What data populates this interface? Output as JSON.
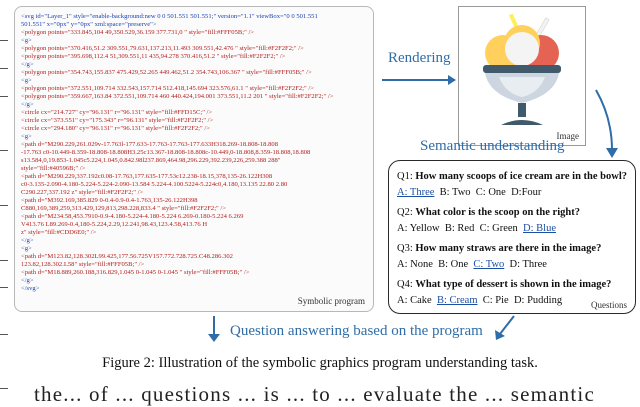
{
  "code": {
    "lines": [
      {
        "text": "<svg id=\"Layer_1\" style=\"enable-background:new 0 0 501.551 501.551;\" version=\"1.1\" viewBox=\"0 0 501.551",
        "color": "#1a3fb0"
      },
      {
        "text": "501.551\" x=\"0px\" y=\"0px\" xml:space=\"preserve\">",
        "color": "#1a3fb0"
      },
      {
        "text": "  <polygon points=\"333.845,104 49,350.529,36.159 377.731,0 \" style=\"fill:#FFF05B;\" />",
        "color": "#b0201e"
      },
      {
        "text": "  <g>",
        "color": "#1a3fb0"
      },
      {
        "text": "    <polygon points=\"370.416,51.2 309.551,79.631,137.213,11.493 309.551,42.476 \" style=\"fill:#F2F2F2;\" />",
        "color": "#b0201e"
      },
      {
        "text": "    <polygon points=\"395.698,112.4 51,309.551,11 435,94.278 370.416,51.2 \" style=\"fill:#F2F2F2;\" />",
        "color": "#b0201e"
      },
      {
        "text": "  </g>",
        "color": "#1a3fb0"
      },
      {
        "text": "  <polygon points=\"354.743,155.837 475.429,52.265 449.462,51.2 354.743,106.367 \" style=\"fill:#FFF05B;\" />",
        "color": "#b0201e"
      },
      {
        "text": "  <g>",
        "color": "#1a3fb0"
      },
      {
        "text": "    <polygon points=\"372.551,109.714 332.543,157.714 512.418,145.694 323.576,61.1 \" style=\"fill:#F2F2F2;\" />",
        "color": "#b0201e"
      },
      {
        "text": "    <polygon points=\"359.667,163.84 372.551,109.714 460 440.424,194.001 373.551,11.2 201 \" style=\"fill:#F2F2F2;\" />",
        "color": "#b0201e"
      },
      {
        "text": "  </g>",
        "color": "#1a3fb0"
      },
      {
        "text": "  <circle cx=\"214.727\" cy=\"96.131\" r=\"96.131\" style=\"fill:#FFD15C;\" />",
        "color": "#b0201e"
      },
      {
        "text": "  <circle cx=\"373.551\" cy=\"175.343\" r=\"96.131\" style=\"fill:#F2F2F2;\" />",
        "color": "#b0201e"
      },
      {
        "text": "  <circle cx=\"294.180\" cy=\"96.131\" r=\"96.131\" style=\"fill:#F2F2F2;\" />",
        "color": "#b0201e"
      },
      {
        "text": "  <g>",
        "color": "#1a3fb0"
      },
      {
        "text": "    <path d=\"M290.229,261.029v-17.763l-177.633-17.763-17.763-177.633H318.269-18.808-18.808",
        "color": "#b0201e"
      },
      {
        "text": "-17.763  c0-10.449-8.359-18.808-18.808H3.25c13.367-18.808-18.808c-10.449,0-18.808,8.359-18.808,18.808",
        "color": "#b0201e"
      },
      {
        "text": "s13.584,0,19.853-1.045c5.224,1.045,0.842.98l237.869,464.98,296.229,392.239,226,259.388 288\"",
        "color": "#b0201e"
      },
      {
        "text": "style=\"fill:#40596B;\" />",
        "color": "#b0201e"
      },
      {
        "text": "    <path d=\"M290.229,337.192c0.08-17.763,177.635-177.53c12.238-18.15,378,135-26.122H308",
        "color": "#b0201e"
      },
      {
        "text": "c0-3.135-2.090-4.180-5.224-5.224-2.090-13.584 5.224-4.100.5224-5.224c0,4.180,13.135 22.80 2.80",
        "color": "#b0201e"
      },
      {
        "text": "C290.227,337.192 z\" style=\"fill:#F2F2F2;\" />",
        "color": "#b0201e"
      },
      {
        "text": "    <path d=\"M392.169,385.829 0-0.4-0.9-0.4-1.763,135-26.122H398",
        "color": "#b0201e"
      },
      {
        "text": "C880,169,389,259,313.429,129,813,298.228,833.4 \" style=\"fill:#F2F2F2;\" />",
        "color": "#b0201e"
      },
      {
        "text": "    <path d=\"M234.58,453.7910-0.9-4.180-5.224-4.180-5.224 6.269-0.180-5.224 6.269",
        "color": "#b0201e"
      },
      {
        "text": "V413.76 L89.269-0.4,180-5.224,2.29,12.241,98.43,123.4.58,413.76 H",
        "color": "#b0201e"
      },
      {
        "text": "z\" style=\"fill:#CDD6E0;\" />",
        "color": "#b0201e"
      },
      {
        "text": "  </g>",
        "color": "#1a3fb0"
      },
      {
        "text": "  <g>",
        "color": "#1a3fb0"
      },
      {
        "text": "    <path d=\"M123.82,128.302L99.425,177.56.725V157.772.728.725.C48.286.302",
        "color": "#b0201e"
      },
      {
        "text": "123.82,128.302.L58\" style=\"fill:#FFF05B;\" />",
        "color": "#b0201e"
      },
      {
        "text": "    <path d=\"M18.889,260.188,316.829,1.045 0-1.045 0-1.045 \" style=\"fill:#FFF05B;\" />",
        "color": "#b0201e"
      },
      {
        "text": "  </g>",
        "color": "#1a3fb0"
      },
      {
        "text": "</svg>",
        "color": "#1a3fb0"
      }
    ],
    "label": "Symbolic program"
  },
  "image_box": {
    "label": "Image"
  },
  "labels": {
    "rendering": "Rendering",
    "semantic": "Semantic understanding",
    "qa_program": "Question answering based on the program"
  },
  "questions": {
    "label": "Questions",
    "items": [
      {
        "q": "Q1: ",
        "bold": "How many scoops of ice cream are in the bowl?",
        "answers": [
          {
            "t": "A: Three",
            "correct": true
          },
          {
            "t": "B: Two",
            "correct": false
          },
          {
            "t": "C: One",
            "correct": false
          },
          {
            "t": "D:Four",
            "correct": false
          }
        ]
      },
      {
        "q": "Q2: ",
        "bold": "What color is the scoop on the right?",
        "answers": [
          {
            "t": "A: Yellow",
            "correct": false
          },
          {
            "t": "B: Red",
            "correct": false
          },
          {
            "t": "C: Green",
            "correct": false
          },
          {
            "t": "D: Blue",
            "correct": true
          }
        ]
      },
      {
        "q": "Q3: ",
        "bold": "How many straws are there in the image?",
        "answers": [
          {
            "t": "A: None",
            "correct": false
          },
          {
            "t": "B: One",
            "correct": false
          },
          {
            "t": "C: Two",
            "correct": true
          },
          {
            "t": "D: Three",
            "correct": false
          }
        ]
      },
      {
        "q": "Q4: ",
        "bold": "What type of dessert is shown in the image?",
        "answers": [
          {
            "t": "A: Cake",
            "correct": false
          },
          {
            "t": "B: Cream",
            "correct": true
          },
          {
            "t": "C: Pie",
            "correct": false
          },
          {
            "t": "D: Pudding",
            "correct": false
          }
        ]
      }
    ]
  },
  "caption": "Figure 2: Illustration of the symbolic graphics program understanding task.",
  "body_text": "the... of ... questions ... is ... to ... evaluate the ... semantic",
  "colors": {
    "accent_blue": "#2f6da8",
    "answer_blue": "#1b4fa3",
    "scoop_yellow": "#FFD15C",
    "scoop_white": "#F2F2F2",
    "scoop_red": "#E56353",
    "bowl_dark": "#40596B",
    "straw_yellow": "#FFF05B"
  }
}
